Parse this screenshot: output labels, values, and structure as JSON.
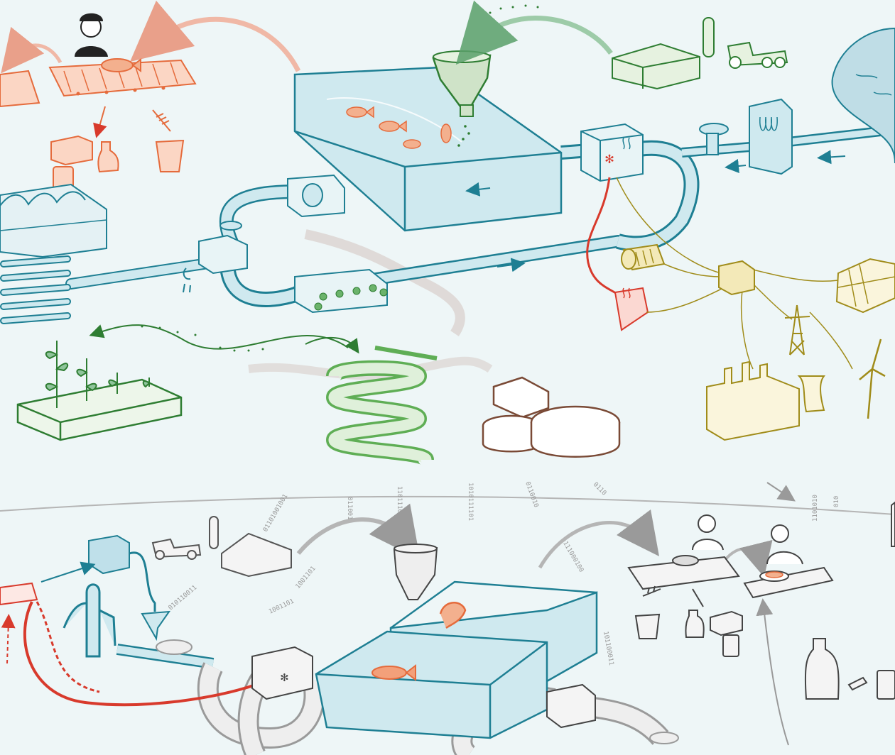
{
  "palette": {
    "background": "#eef6f7",
    "water": "#1e7f93",
    "water_fill": "#cfe9ef",
    "processing": "#e56b3c",
    "agriculture": "#2e7d32",
    "algae": "#5fae55",
    "energy": "#a08c1a",
    "biogas": "#7a4a36",
    "heat": "#d83a2c",
    "lower_scene": "#6a6a6a",
    "pale_pipe": "#9a8a84"
  },
  "upper_scene": {
    "components": [
      {
        "id": "fish-processing-line",
        "icon": "conveyor-belt-icon"
      },
      {
        "id": "fish-products",
        "icon": "jar-and-bottle-icon"
      },
      {
        "id": "fish-waste",
        "icon": "fish-skeleton-icon"
      },
      {
        "id": "fish-tank",
        "icon": "tank-icon"
      },
      {
        "id": "feed-hopper",
        "icon": "funnel-icon"
      },
      {
        "id": "farm",
        "icon": "barn-icon"
      },
      {
        "id": "tractor",
        "icon": "tractor-icon"
      },
      {
        "id": "heat-exchanger",
        "icon": "snowflake-heat-icon"
      },
      {
        "id": "filter-unit",
        "icon": "filter-icon"
      },
      {
        "id": "water-source",
        "icon": "lake-icon"
      },
      {
        "id": "greenhouse",
        "icon": "greenhouse-icon"
      },
      {
        "id": "plant-bed",
        "icon": "plant-icon"
      },
      {
        "id": "algae-reactor",
        "icon": "tube-reactor-icon"
      },
      {
        "id": "biogas-tanks",
        "icon": "biogas-tank-icon"
      },
      {
        "id": "solar-panels",
        "icon": "solar-panel-icon"
      },
      {
        "id": "power-pylon",
        "icon": "pylon-icon"
      },
      {
        "id": "power-plant",
        "icon": "factory-icon"
      },
      {
        "id": "wind-turbine",
        "icon": "wind-turbine-icon"
      }
    ]
  },
  "lower_scene": {
    "binary_streams": [
      "01101001001",
      "0110011",
      "110111011",
      "1010111101",
      "0110010",
      "010110011",
      "1001101",
      "0111000100",
      "101100011",
      "1001101",
      "1101010",
      "0110",
      "010"
    ],
    "components": [
      {
        "id": "water-container",
        "icon": "water-cube-icon"
      },
      {
        "id": "hand-pump",
        "icon": "pump-icon"
      },
      {
        "id": "shrimp-tank",
        "icon": "shrimp-icon"
      },
      {
        "id": "fish-tank-2",
        "icon": "fish-icon"
      },
      {
        "id": "processing-worker",
        "icon": "person-icon"
      },
      {
        "id": "consumer",
        "icon": "person-eating-icon"
      },
      {
        "id": "supplements",
        "icon": "bottle-icon"
      }
    ]
  }
}
